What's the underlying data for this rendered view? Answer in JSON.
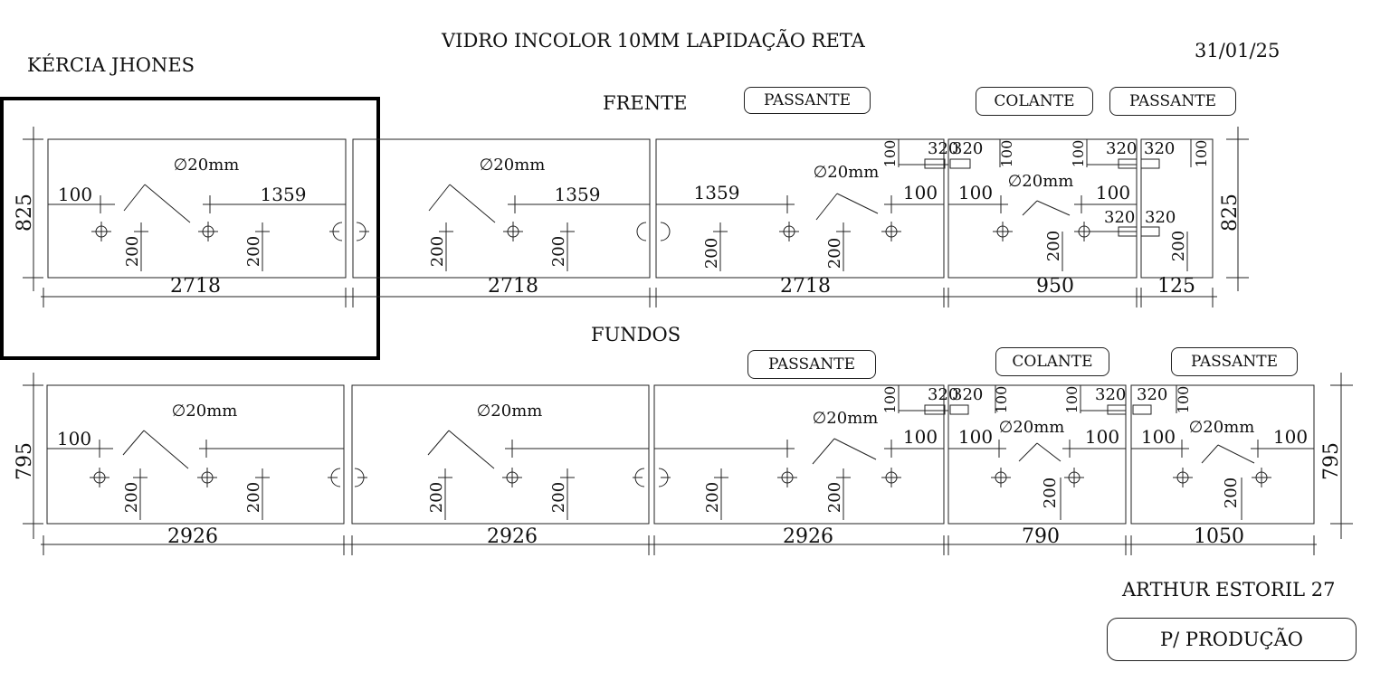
{
  "header": {
    "title": "VIDRO INCOLOR 10MM LAPIDAÇÃO RETA",
    "client": "KÉRCIA JHONES",
    "date": "31/01/25"
  },
  "footer": {
    "address": "ARTHUR ESTORIL 27",
    "status": "P/ PRODUÇÃO"
  },
  "sections": {
    "front": {
      "label": "FRENTE",
      "height": "825",
      "tags": [
        "PASSANTE",
        "COLANTE",
        "PASSANTE"
      ],
      "widths": [
        "2718",
        "2718",
        "2718",
        "950",
        "125"
      ],
      "hole": "∅20mm",
      "hole_clip": "∅20mm",
      "hinge_lbl": "100",
      "offset_1359": "1359",
      "drill_200": "200",
      "notch_320": "320"
    },
    "back": {
      "label": "FUNDOS",
      "height": "795",
      "tags": [
        "PASSANTE",
        "COLANTE",
        "PASSANTE"
      ],
      "widths": [
        "2926",
        "2926",
        "2926",
        "790",
        "1050"
      ],
      "hole": "∅20mm",
      "hole_clip": "∅20mm",
      "hinge_lbl": "100",
      "drill_200": "200",
      "notch_320": "320"
    }
  }
}
